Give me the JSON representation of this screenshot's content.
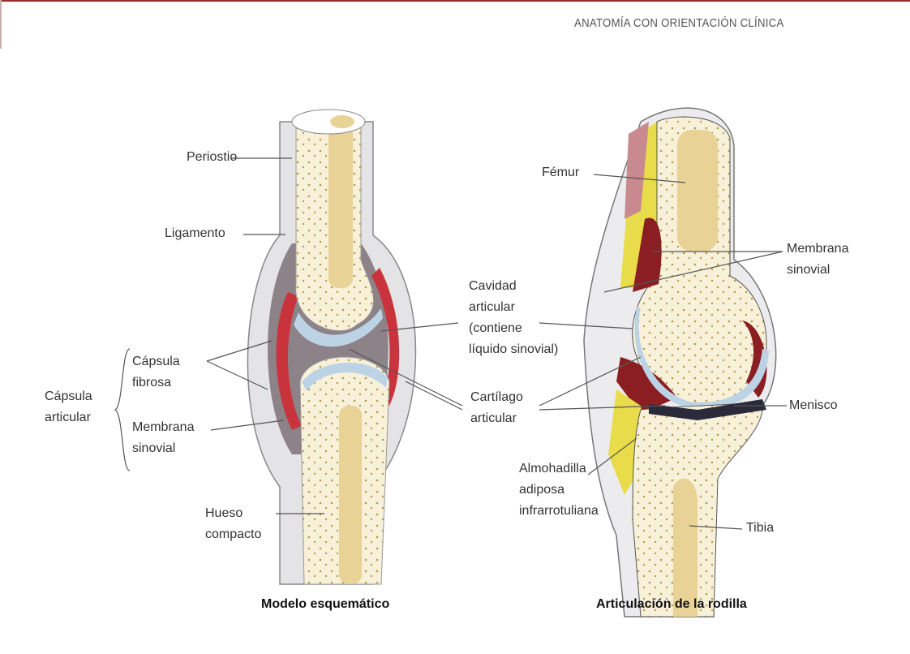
{
  "header": "ANATOMÍA CON ORIENTACIÓN CLÍNICA",
  "left_figure": {
    "caption": "Modelo esquemático",
    "labels": {
      "periostio": "Periostio",
      "ligamento": "Ligamento",
      "capsula_fibrosa": [
        "Cápsula",
        "fibrosa"
      ],
      "capsula_articular": [
        "Cápsula",
        "articular"
      ],
      "membrana_sinovial": [
        "Membrana",
        "sinovial"
      ],
      "hueso_compacto": [
        "Hueso",
        "compacto"
      ]
    }
  },
  "shared_labels": {
    "cavidad_articular": [
      "Cavidad",
      "articular",
      "(contiene",
      "líquido sinovial)"
    ],
    "cartilago_articular": [
      "Cartílago",
      "articular"
    ]
  },
  "right_figure": {
    "caption": "Articulación de la rodilla",
    "labels": {
      "femur": "Fémur",
      "membrana_sinovial": [
        "Membrana",
        "sinovial"
      ],
      "menisco": "Menisco",
      "almohadilla": [
        "Almohadilla",
        "adiposa",
        "infrarrotuliana"
      ],
      "tibia": "Tibia"
    }
  },
  "colors": {
    "bone": "#f7eed2",
    "marrow": "#e8d296",
    "synovial": "#b8323a",
    "cartilage": "#bcd3e6",
    "capsule": "#8e8a8e",
    "fat": "#e8dc4a"
  }
}
